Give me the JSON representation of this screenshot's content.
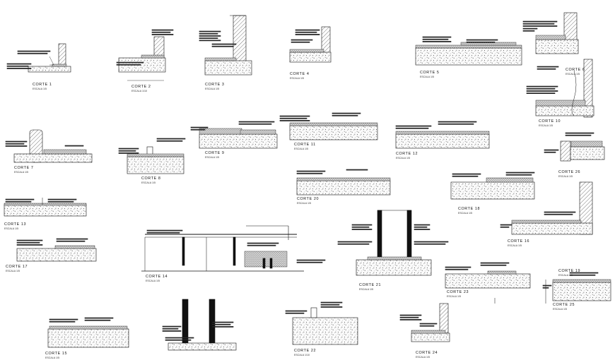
{
  "sheet": {
    "cuts": [
      {
        "label": "CORTE 1",
        "scale": "ESCALA 1/5"
      },
      {
        "label": "CORTE 2",
        "scale": "ESCALA 1/10"
      },
      {
        "label": "CORTE 3",
        "scale": "ESCALA 1/5"
      },
      {
        "label": "CORTE 4",
        "scale": "ESCALA 1/5"
      },
      {
        "label": "CORTE 5",
        "scale": "ESCALA 1/5"
      },
      {
        "label": "CORTE 6",
        "scale": "ESCALA 1/5"
      },
      {
        "label": "CORTE 7",
        "scale": "ESCALA 1/5"
      },
      {
        "label": "CORTE 8",
        "scale": "ESCALA 1/5"
      },
      {
        "label": "CORTE 9",
        "scale": "ESCALA 1/5"
      },
      {
        "label": "CORTE 10",
        "scale": "ESCALA 1/5"
      },
      {
        "label": "CORTE 11",
        "scale": "ESCALA 1/5"
      },
      {
        "label": "CORTE 12",
        "scale": "ESCALA 1/5"
      },
      {
        "label": "CORTE 13",
        "scale": "ESCALA 1/5"
      },
      {
        "label": "CORTE 14",
        "scale": "ESCALA 1/5"
      },
      {
        "label": "CORTE 15",
        "scale": "ESCALA 1/5"
      },
      {
        "label": "CORTE 16",
        "scale": "ESCALA 1/5"
      },
      {
        "label": "CORTE 17",
        "scale": "ESCALA 1/5"
      },
      {
        "label": "CORTE 18",
        "scale": "ESCALA 1/5"
      },
      {
        "label": "CORTE 19",
        "scale": "ESCALA 1/5"
      },
      {
        "label": "CORTE 20",
        "scale": "ESCALA 1/5"
      },
      {
        "label": "CORTE 21",
        "scale": "ESCALA 1/5"
      },
      {
        "label": "CORTE 22",
        "scale": "ESCALA 1/10"
      },
      {
        "label": "CORTE 23",
        "scale": "ESCALA 1/5"
      },
      {
        "label": "CORTE 24",
        "scale": "ESCALA 1/5"
      },
      {
        "label": "CORTE 25",
        "scale": "ESCALA 1/5"
      },
      {
        "label": "CORTE 26",
        "scale": "ESCALA 1/5"
      }
    ]
  },
  "colors": {
    "ink": "#111111",
    "hatch": "#555555",
    "concrete": "#f6f6f6",
    "dots": "#333333",
    "paper": "#ffffff"
  }
}
